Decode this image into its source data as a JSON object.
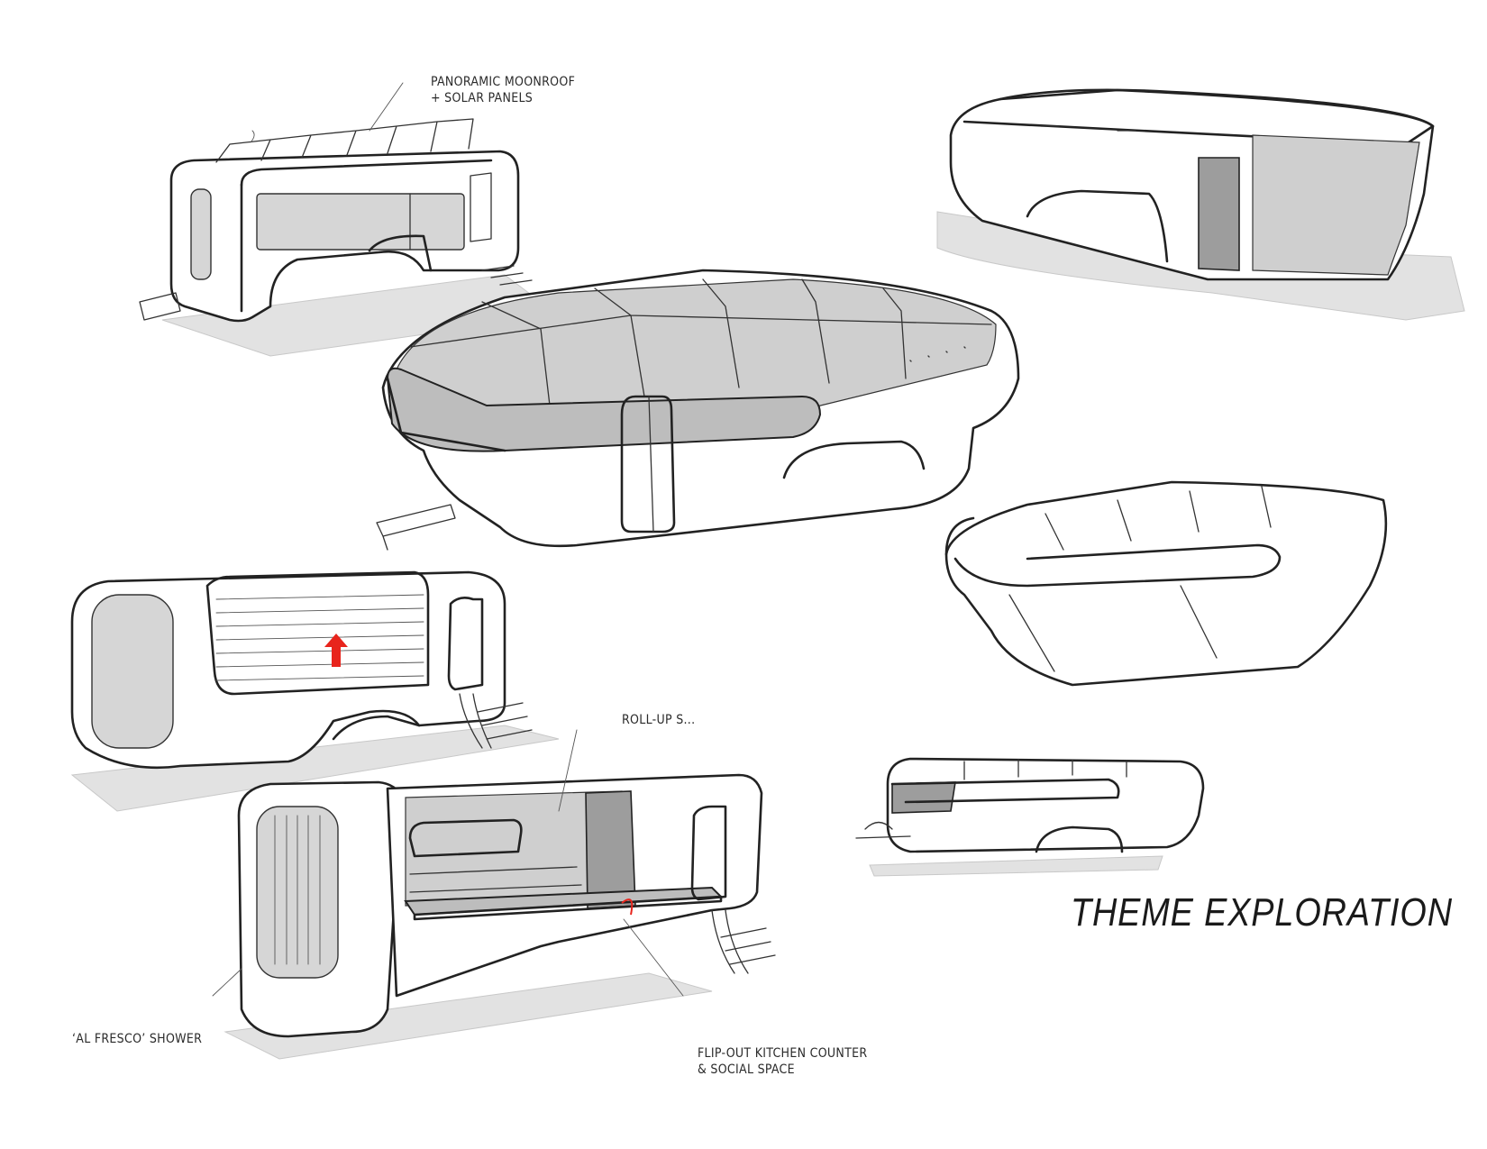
{
  "title": "THEME EXPLORATION",
  "annotations": {
    "moonroof": [
      "PANORAMIC MOONROOF",
      "+ SOLAR PANELS"
    ],
    "roll_up": "ROLL-UP S...",
    "shower": "‘AL FRESCO’ SHOWER",
    "kitchen": [
      "FLIP-OUT KITCHEN COUNTER",
      "& SOCIAL SPACE"
    ]
  },
  "colors": {
    "ink": "#222222",
    "shade": "#d6d6d6",
    "accent_arrow": "#e8241c"
  }
}
